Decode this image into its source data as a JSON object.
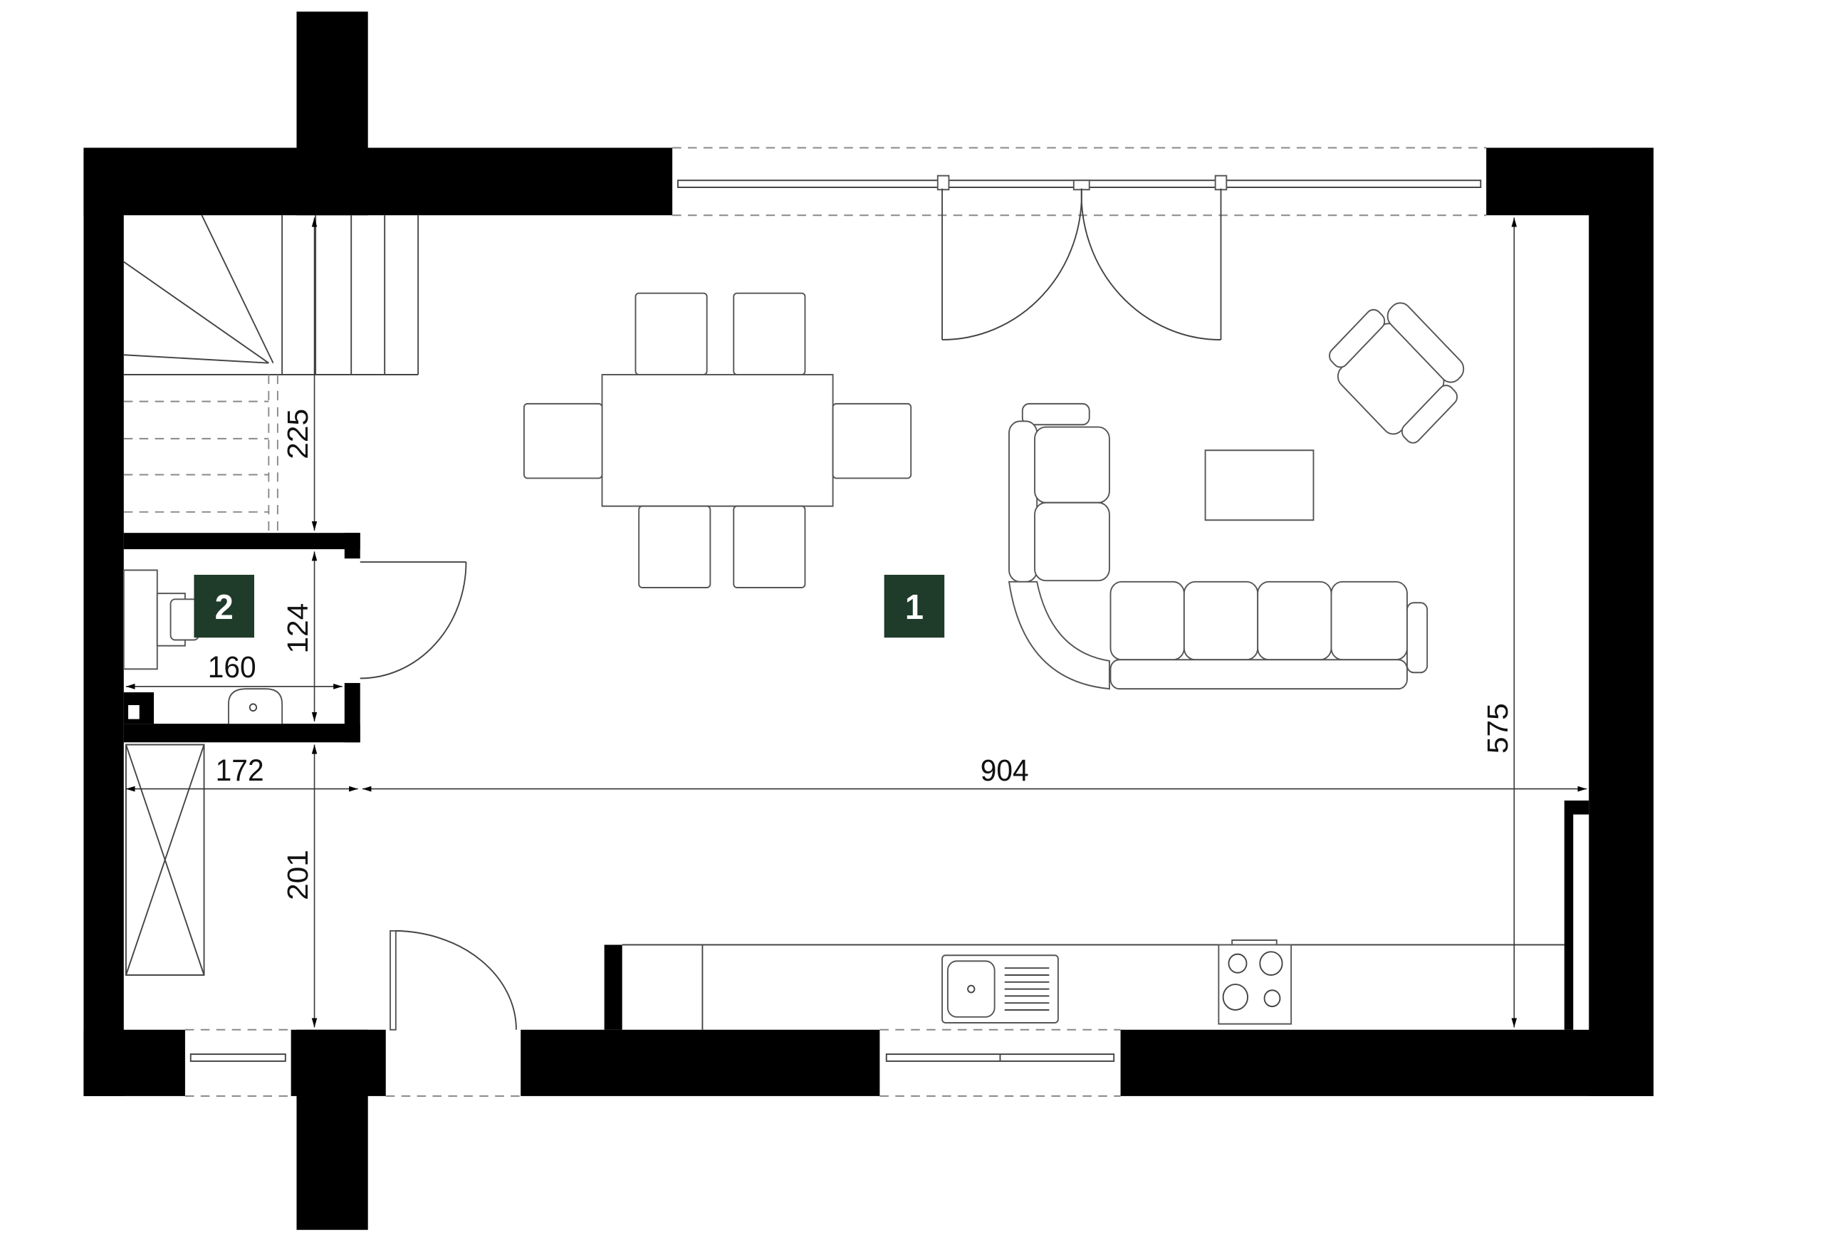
{
  "plan": {
    "rooms": [
      {
        "number": "1"
      },
      {
        "number": "2"
      }
    ],
    "dimensions": {
      "stair_depth": "225",
      "bath_depth": "124",
      "bath_width": "160",
      "hall_width": "172",
      "hall_depth": "201",
      "main_width": "904",
      "main_depth": "575"
    },
    "colors": {
      "badge": "#1f3b2a",
      "wall": "#000000"
    }
  }
}
